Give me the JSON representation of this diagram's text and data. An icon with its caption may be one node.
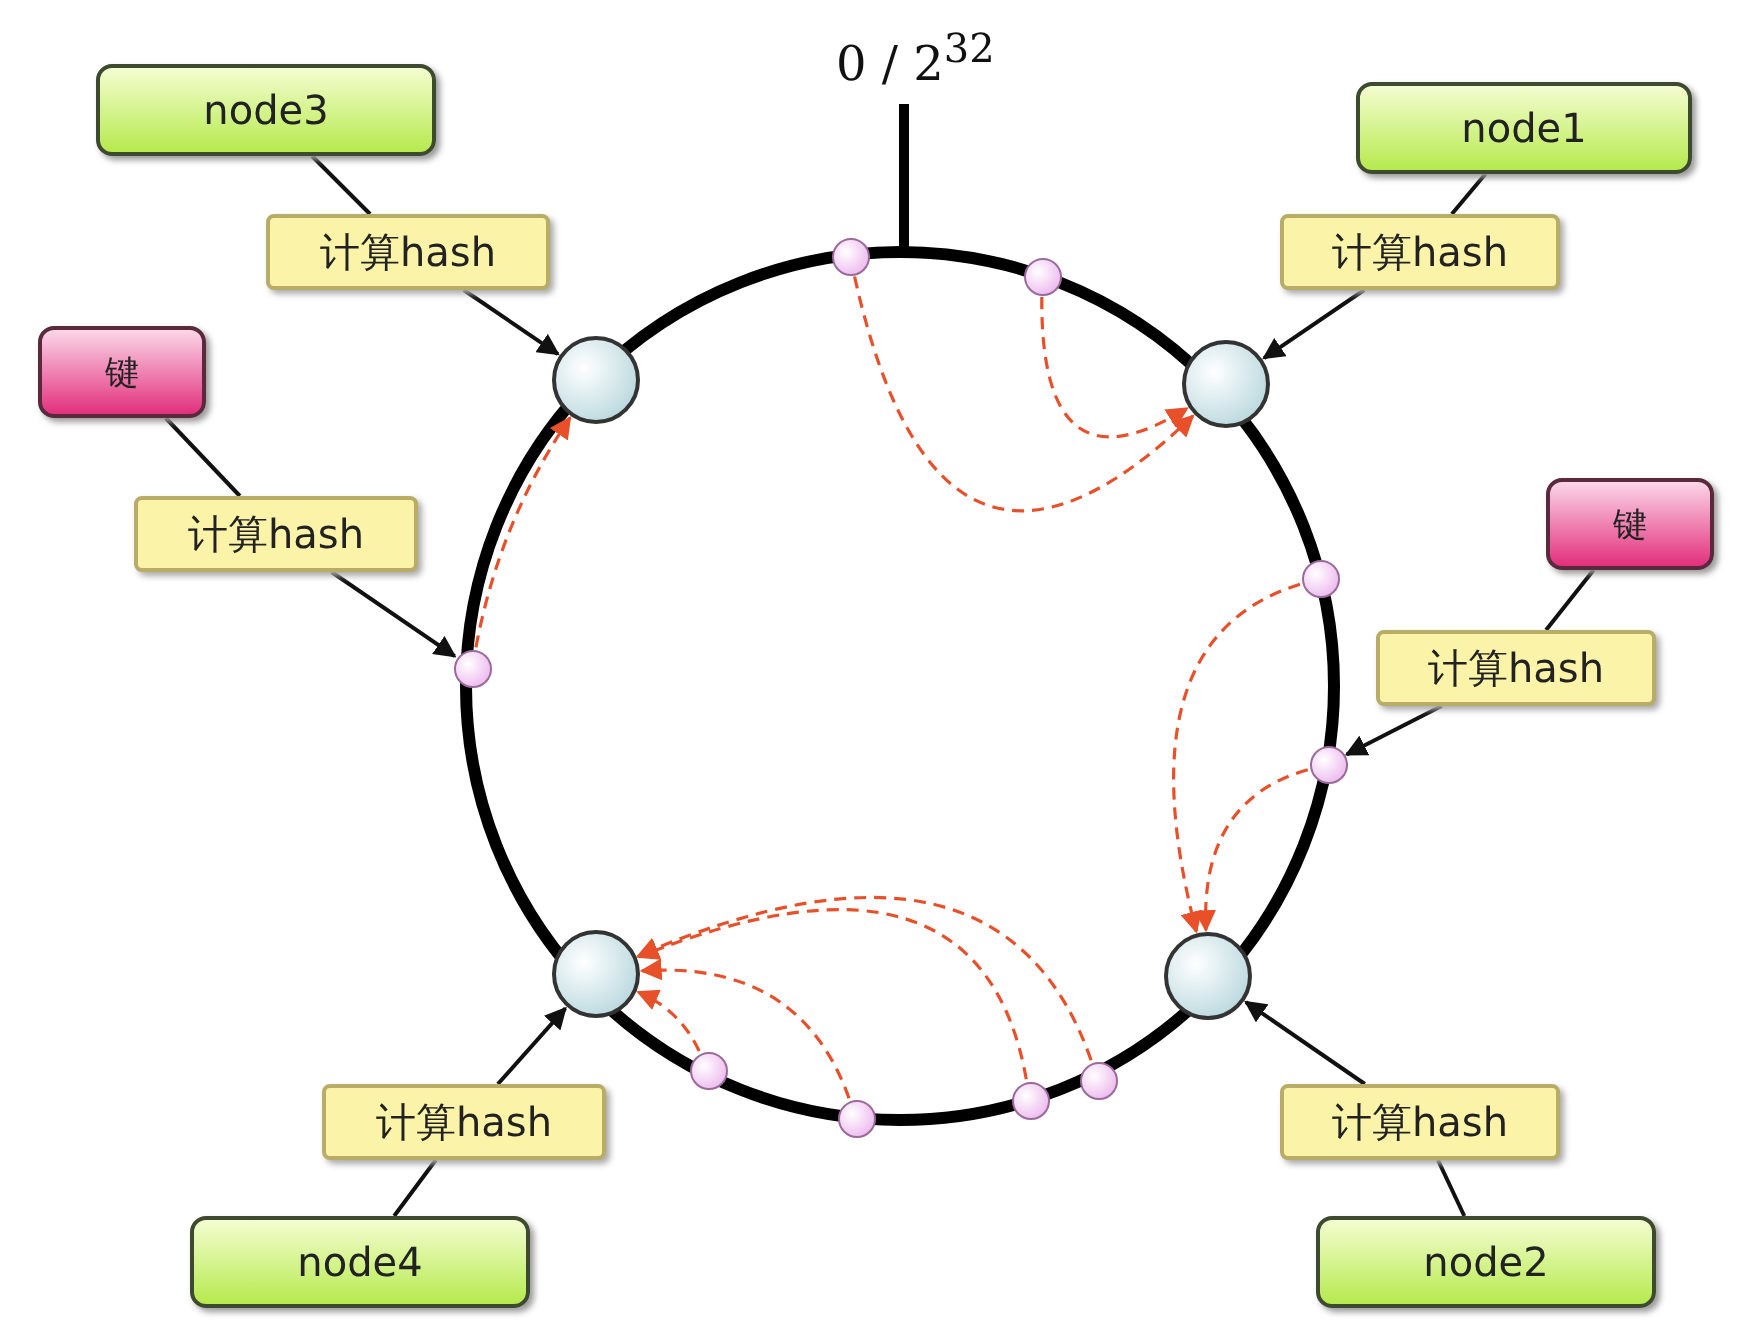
{
  "diagram": {
    "nodes": [
      {
        "text": [
          "node3"
        ]
      },
      {
        "text": [
          "计算hash"
        ]
      },
      {
        "text": [
          "node1"
        ]
      },
      {
        "text": [
          "计算hash"
        ]
      },
      {
        "text": [],
        "shape": "circle"
      },
      {
        "text": [],
        "shape": "circle"
      },
      {
        "text": [
          "键"
        ]
      },
      {
        "text": [
          "计算hash"
        ]
      },
      {
        "text": [
          "键"
        ]
      },
      {
        "text": [
          "计算hash"
        ]
      },
      {
        "text": [],
        "shape": "circle"
      },
      {
        "text": [],
        "shape": "circle"
      },
      {
        "text": [
          "计算hash"
        ]
      },
      {
        "text": [
          "计算hash"
        ]
      },
      {
        "text": [
          "node4"
        ]
      },
      {
        "text": [
          "node2"
        ]
      },
      {
        "text": [],
        "shape": "circle"
      },
      {
        "text": [],
        "shape": "circle"
      },
      {
        "text": [],
        "shape": "circle"
      },
      {
        "text": [],
        "shape": "circle"
      },
      {
        "text": [],
        "shape": "circle"
      },
      {
        "text": [],
        "shape": "circle"
      },
      {
        "text": [],
        "shape": "circle"
      },
      {
        "text": [],
        "shape": "circle"
      },
      {
        "text": [],
        "shape": "circle"
      }
    ],
    "edges": [
      {
        "from": 0,
        "to": 1,
        "arrow": "none"
      },
      {
        "from": 1,
        "to": 4,
        "arrow": "to"
      },
      {
        "from": 2,
        "to": 3,
        "arrow": "none"
      },
      {
        "from": 3,
        "to": 5,
        "arrow": "to"
      },
      {
        "from": 6,
        "to": 7,
        "arrow": "none"
      },
      {
        "from": 7,
        "to": 18,
        "arrow": "to"
      },
      {
        "from": 8,
        "to": 9,
        "arrow": "none"
      },
      {
        "from": 9,
        "to": 20,
        "arrow": "to"
      },
      {
        "from": 14,
        "to": 12,
        "arrow": "none"
      },
      {
        "from": 12,
        "to": 10,
        "arrow": "to"
      },
      {
        "from": 15,
        "to": 13,
        "arrow": "none"
      },
      {
        "from": 13,
        "to": 11,
        "arrow": "to"
      },
      {
        "from": 16,
        "to": 5,
        "arrow": "to",
        "style": "dashed",
        "color": "#e8502a"
      },
      {
        "from": 17,
        "to": 5,
        "arrow": "to",
        "style": "dashed",
        "color": "#e8502a"
      },
      {
        "from": 18,
        "to": 4,
        "arrow": "to",
        "style": "dashed",
        "color": "#e8502a"
      },
      {
        "from": 19,
        "to": 11,
        "arrow": "to",
        "style": "dashed",
        "color": "#e8502a"
      },
      {
        "from": 20,
        "to": 11,
        "arrow": "to",
        "style": "dashed",
        "color": "#e8502a"
      },
      {
        "from": 21,
        "to": 10,
        "arrow": "to",
        "style": "dashed",
        "color": "#e8502a"
      },
      {
        "from": 22,
        "to": 10,
        "arrow": "to",
        "style": "dashed",
        "color": "#e8502a"
      },
      {
        "from": 23,
        "to": 10,
        "arrow": "to",
        "style": "dashed",
        "color": "#e8502a"
      },
      {
        "from": 24,
        "to": 10,
        "arrow": "to",
        "style": "dashed",
        "color": "#e8502a"
      }
    ],
    "labels": [
      "0 / 2$^{32}$"
    ]
  }
}
